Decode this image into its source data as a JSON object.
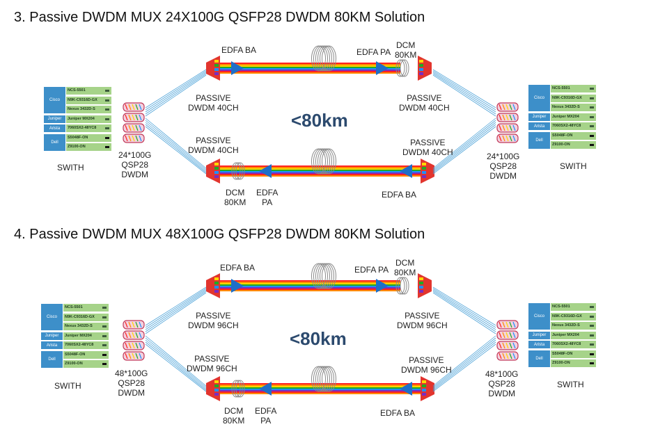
{
  "sections": [
    {
      "title": "3.  Passive DWDM MUX 24X100G QSFP28 DWDM 80KM Solution",
      "top_left_amp": "EDFA BA",
      "top_right_amp": "EDFA PA",
      "top_right_dcm": "DCM\n80KM",
      "left_mux_top": "PASSIVE\nDWDM 40CH",
      "right_mux_top": "PASSIVE\nDWDM 40CH",
      "left_mux_bottom": "PASSIVE\nDWDM 40CH",
      "right_mux_bottom": "PASSIVE\nDWDM 40CH",
      "distance": "<80km",
      "bottom_left_dcm": "DCM\n80KM",
      "bottom_left_amp": "EDFA\nPA",
      "bottom_right_amp": "EDFA BA",
      "left_optics": "24*100G\nQSP28\nDWDM",
      "right_optics": "24*100G\nQSP28\nDWDM",
      "left_switch_label": "SWITH",
      "right_switch_label": "SWITH"
    },
    {
      "title": "4.  Passive DWDM MUX 48X100G QSFP28 DWDM 80KM Solution",
      "top_left_amp": "EDFA BA",
      "top_right_amp": "EDFA PA",
      "top_right_dcm": "DCM\n80KM",
      "left_mux_top": "PASSIVE\nDWDM 96CH",
      "right_mux_top": "PASSIVE\nDWDM 96CH",
      "left_mux_bottom": "PASSIVE\nDWDM 96CH",
      "right_mux_bottom": "PASSIVE\nDWDM 96CH",
      "distance": "<80km",
      "bottom_left_dcm": "DCM\n80KM",
      "bottom_left_amp": "EDFA\nPA",
      "bottom_right_amp": "EDFA BA",
      "left_optics": "48*100G\nQSP28\nDWDM",
      "right_optics": "48*100G\nQSP28\nDWDM",
      "left_switch_label": "SWITH",
      "right_switch_label": "SWITH"
    }
  ],
  "switch_stack": {
    "vendors": [
      "Cisco",
      "Juniper",
      "Arista",
      "Dell"
    ],
    "models": [
      "NCS-5501",
      "N9K-C9316D-GX",
      "Nexus 3432D-S",
      "Juniper MX204",
      "7060SX2-48YC8",
      "S5048F-ON",
      "Z9100-ON"
    ]
  },
  "colors": {
    "fiber": [
      "#ff2020",
      "#ff8c00",
      "#ffd700",
      "#22aa22",
      "#1e90ff",
      "#7b2cbf",
      "#ff2020",
      "#ff8c00"
    ],
    "amplifier": "#1f6fc8",
    "mux": "#e2352e",
    "fanout": "#4ea3d8",
    "distance_text": "#2c4a6e",
    "switch_vendor_bg": "#3d8fc9",
    "switch_model_bg": "#a6d389"
  }
}
